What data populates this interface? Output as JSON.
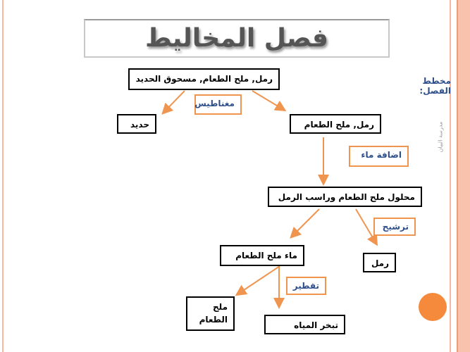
{
  "title": "فصل المخاليط",
  "scheme_label": "مخطط الفصل:",
  "watermark": "مدرسة البيان",
  "nodes": {
    "mixture": "رمل, ملح الطعام, مسحوق الحديد",
    "iron": "حديد",
    "sand_salt": "رمل, ملح الطعام",
    "solution": "محلول ملح الطعام وراسب الرمل",
    "salt_water": "ماء ملح الطعام",
    "sand": "رمل",
    "salt": "ملح الطعام",
    "water_evaporates": "تبخر المياه"
  },
  "methods": {
    "magnet": "مغناطيس",
    "add_water": "اضافة ماء",
    "filtration": "ترشيح",
    "distillation": "تقطير"
  },
  "colors": {
    "accent": "#f0954f",
    "label_text": "#2e4f8a",
    "border_band": "#f7b59c"
  }
}
